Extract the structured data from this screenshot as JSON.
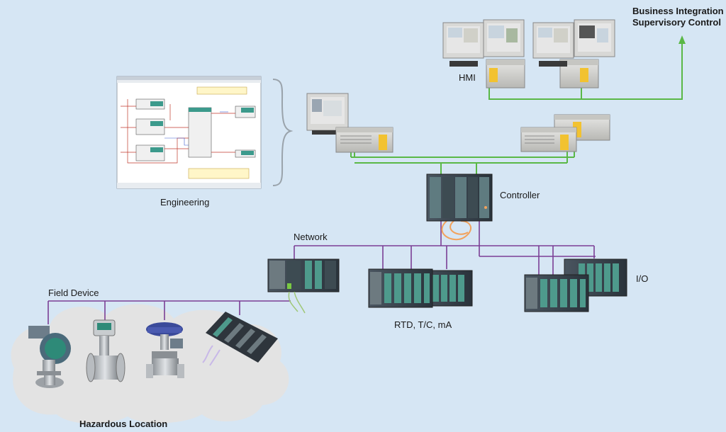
{
  "labels": {
    "business_integration": "Business Integration",
    "supervisory_control": "Supervisory Control",
    "hmi": "HMI",
    "controller": "Controller",
    "engineering": "Engineering",
    "network": "Network",
    "io": "I/O",
    "field_device": "Field Device",
    "rtd": "RTD, T/C, mA",
    "hazardous_location": "Hazardous Location"
  },
  "colors": {
    "background": "#d6e6f4",
    "bus_green": "#5ab846",
    "network_purple": "#7b3f95",
    "fiber_orange": "#f2a25c",
    "cloud": "#e4e4e4"
  }
}
